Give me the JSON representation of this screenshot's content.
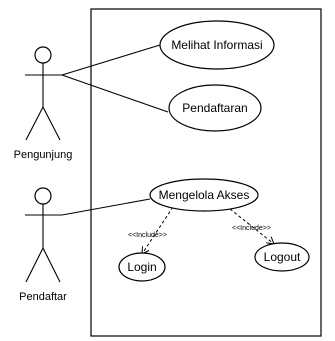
{
  "actors": [
    {
      "id": "pengunjung",
      "label": "Pengunjung"
    },
    {
      "id": "pendaftar",
      "label": "Pendaftar"
    }
  ],
  "use_cases": [
    {
      "id": "melihat-informasi",
      "label": "Melihat Informasi"
    },
    {
      "id": "pendaftaran",
      "label": "Pendaftaran"
    },
    {
      "id": "mengelola-akses",
      "label": "Mengelola Akses"
    },
    {
      "id": "login",
      "label": "Login"
    },
    {
      "id": "logout",
      "label": "Logout"
    }
  ],
  "associations": [
    {
      "actor": "pengunjung",
      "use_case": "melihat-informasi"
    },
    {
      "actor": "pengunjung",
      "use_case": "pendaftaran"
    },
    {
      "actor": "pendaftar",
      "use_case": "mengelola-akses"
    }
  ],
  "includes": [
    {
      "from": "mengelola-akses",
      "to": "login",
      "stereotype": "<<Include>>"
    },
    {
      "from": "mengelola-akses",
      "to": "logout",
      "stereotype": "<<Include>>"
    }
  ],
  "colors": {
    "stroke": "#000000",
    "background": "#ffffff"
  }
}
